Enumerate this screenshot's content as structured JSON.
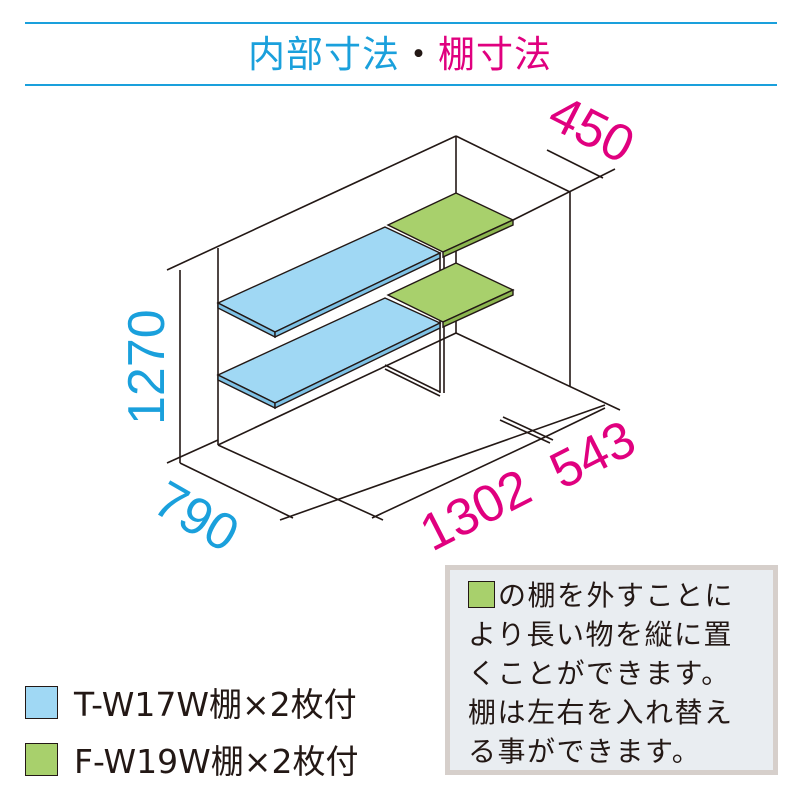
{
  "title": {
    "part1": "内部寸法",
    "separator": "・",
    "part2": "棚寸法"
  },
  "dimensions": {
    "height": "1270",
    "depth": "790",
    "width": "1302",
    "shelf_width": "543",
    "shelf_depth": "450"
  },
  "legend": [
    {
      "label": "T-W17W棚×2枚付",
      "color": "#a0d8f4"
    },
    {
      "label": "F-W19W棚×2枚付",
      "color": "#a8d06c"
    }
  ],
  "note": {
    "lines": [
      "の棚を外すことに",
      "より長い物を縦に置",
      "くことができます。",
      "棚は左右を入れ替え",
      "る事ができます。"
    ]
  },
  "colors": {
    "cyan": "#1aa0dc",
    "magenta": "#e0007f"
  }
}
